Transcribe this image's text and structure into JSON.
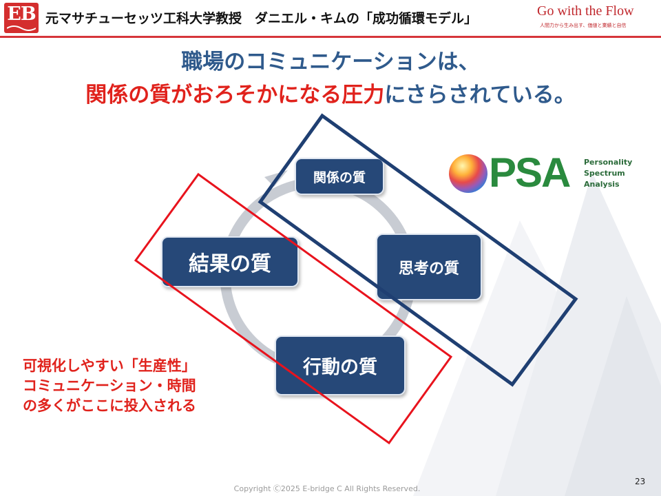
{
  "header": {
    "logo_text": "EB",
    "title": "元マサチューセッツ工科大学教授　ダニエル・キムの「成功循環モデル」",
    "brand_name": "Go with the Flow",
    "brand_tagline": "人間力から生み出す、価値と業績と自信"
  },
  "headline": {
    "line1": "職場のコミュニケーションは、",
    "line2_accent": "関係の質がおろそかになる圧力",
    "line2_rest": "にさらされている。"
  },
  "psa_logo": {
    "letters": "PSA",
    "words": [
      "Personality",
      "Spectrum",
      "Analysis"
    ]
  },
  "cycle": {
    "relation": "関係の質",
    "thinking": "思考の質",
    "action": "行動の質",
    "result": "結果の質"
  },
  "note": {
    "lines": [
      "可視化しやすい「生産性」",
      "コミュニケーション・時間",
      "の多くがここに投入される"
    ]
  },
  "footer": {
    "copyright": "Copyright Ⓒ2025 E-bridge C All Rights Reserved.",
    "page_number": "23"
  },
  "colors": {
    "brand_red": "#d42e2e",
    "accent_red": "#e0221c",
    "navy": "#264878",
    "headline_blue": "#2f5a8c",
    "frame_blue": "#1f3f72",
    "frame_red": "#e8131d",
    "cycle_gray": "#c8ccd3"
  }
}
